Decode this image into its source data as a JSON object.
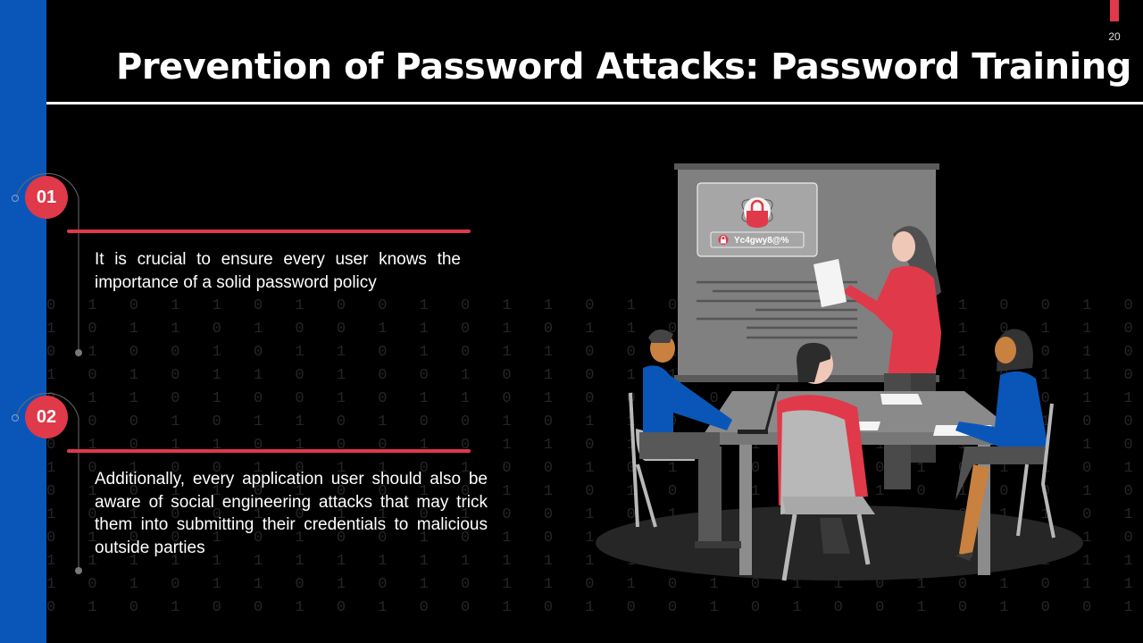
{
  "slide": {
    "number": "20",
    "title": "Prevention of Password Attacks: Password Training"
  },
  "steps": [
    {
      "number": "01",
      "text": "It is crucial to ensure every user knows the importance of a solid password policy"
    },
    {
      "number": "02",
      "text": "Additionally, every application user should also be aware of social engineering attacks that may trick them into submitting their credentials to malicious outside parties"
    }
  ],
  "illustration": {
    "password_sample": "Yc4gwy8@%",
    "icons": [
      "atom-lock-icon",
      "padlock-icon"
    ]
  },
  "colors": {
    "accent_red": "#e0394a",
    "sidebar_blue": "#0a56b8",
    "background": "#000000",
    "board_gray": "#808080"
  }
}
